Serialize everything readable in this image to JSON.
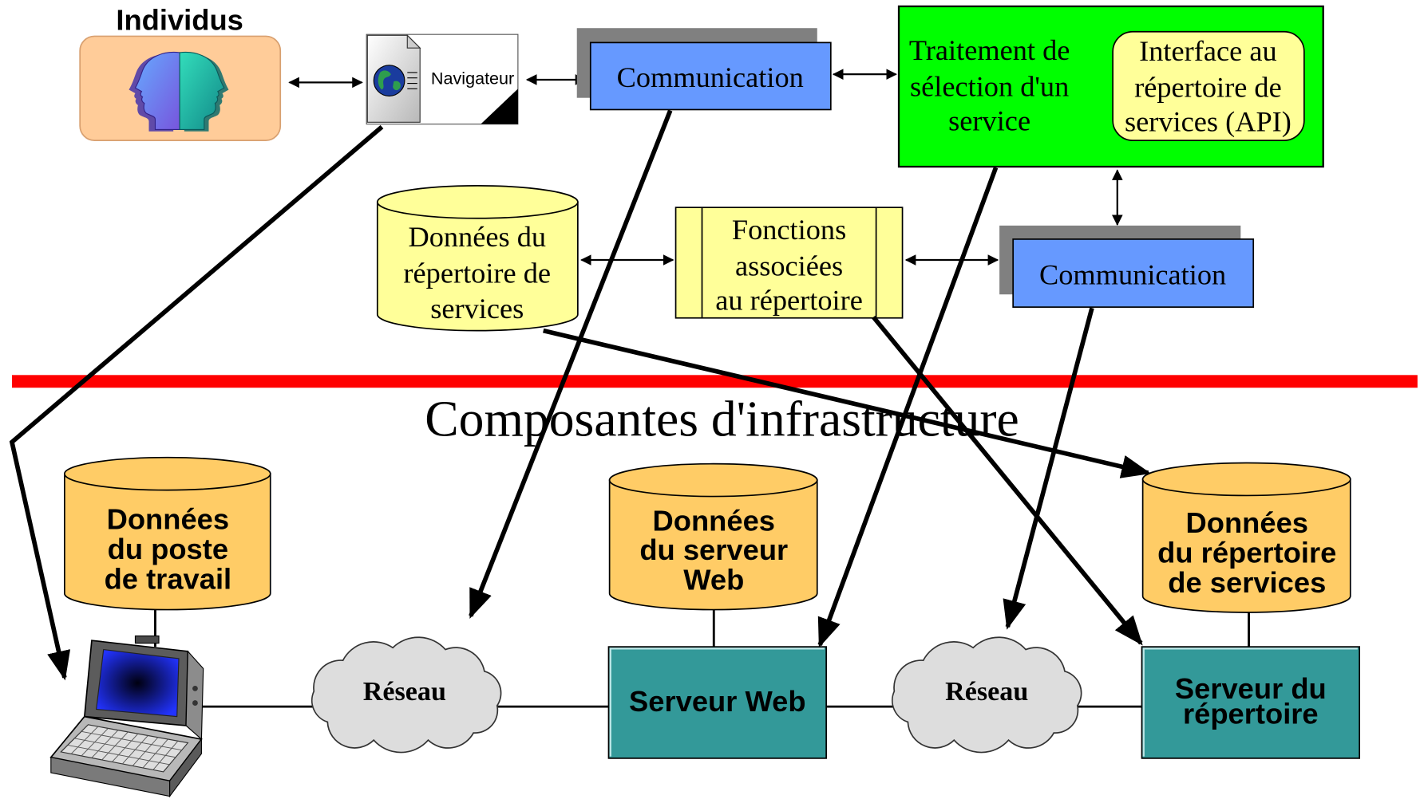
{
  "individus": {
    "label": "Individus"
  },
  "navigateur": {
    "label": "Navigateur"
  },
  "communication_top": {
    "label": "Communication"
  },
  "traitement_selection": {
    "lines": [
      "Traitement de",
      "sélection d'un",
      "service"
    ]
  },
  "interface_api": {
    "lines": [
      "Interface au",
      "répertoire de",
      "services (API)"
    ]
  },
  "donnees_repertoire_services": {
    "lines": [
      "Données du",
      "répertoire de",
      "services"
    ]
  },
  "fonctions_repertoire": {
    "lines": [
      "Fonctions",
      "associées",
      "au répertoire"
    ]
  },
  "communication_mid": {
    "label": "Communication"
  },
  "separator_title": "Composantes d'infrastructure",
  "infra": {
    "donnees_poste": {
      "lines": [
        "Données",
        "du poste",
        "de travail"
      ]
    },
    "donnees_serveur_web": {
      "lines": [
        "Données",
        "du serveur",
        "Web"
      ]
    },
    "donnees_repertoire": {
      "lines": [
        "Données",
        "du répertoire",
        "de services"
      ]
    },
    "reseau_left": {
      "label": "Réseau"
    },
    "reseau_right": {
      "label": "Réseau"
    },
    "serveur_web": {
      "label": "Serveur Web"
    },
    "serveur_repertoire": {
      "lines": [
        "Serveur du",
        "répertoire"
      ]
    }
  },
  "icons": {
    "individus": "two-faces-icon",
    "navigateur": "globe-document-icon",
    "poste_travail": "laptop-icon",
    "reseau": "cloud-icon"
  },
  "colors": {
    "peach": "#FFCC99",
    "communication_blue": "#6699FF",
    "shadow_gray": "#808080",
    "traitement_green": "#00FF00",
    "pale_yellow": "#FFFF99",
    "infra_orange": "#FFCC66",
    "server_teal": "#339999",
    "separator_red": "#FF0000",
    "cloud_gray": "#DDDDDD"
  }
}
